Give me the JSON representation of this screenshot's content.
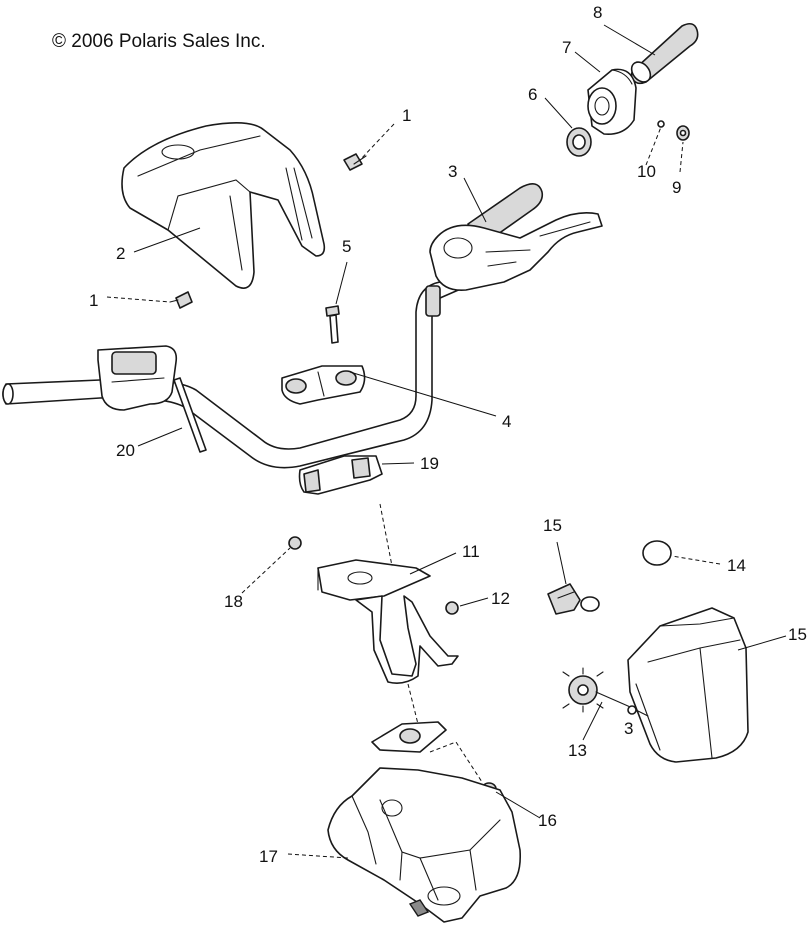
{
  "copyright": "© 2006 Polaris Sales Inc.",
  "callouts": [
    "1",
    "2",
    "3",
    "4",
    "5",
    "6",
    "7",
    "8",
    "9",
    "10",
    "11",
    "12",
    "13",
    "14",
    "15",
    "16",
    "17",
    "18",
    "19",
    "20",
    "1",
    "15",
    "3"
  ]
}
